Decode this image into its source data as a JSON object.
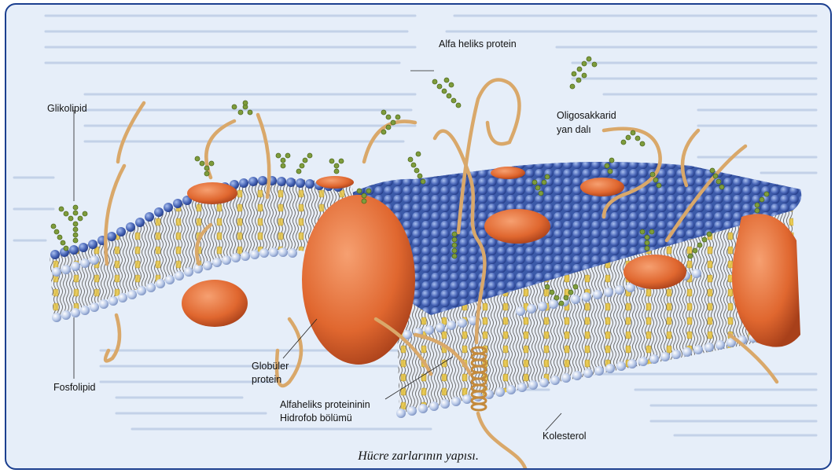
{
  "labels": {
    "alfa_heliks_protein": "Alfa heliks protein",
    "glikolipid": "Glikolipid",
    "oligosakkarid_line1": "Oligosakkarid",
    "oligosakkarid_line2": "yan dalı",
    "fosfolipid": "Fosfolipid",
    "globuler_line1": "Globüler",
    "globuler_line2": "protein",
    "alfaheliks_line1": "Alfaheliks proteininin",
    "alfaheliks_line2": "Hidrofob bölümü",
    "kolesterol": "Kolesterol"
  },
  "caption": "Hücre zarlarının yapısı.",
  "colors": {
    "frame_border": "#1b3f8f",
    "background": "#e6eef9",
    "phospholipid_head_top": "#4a67b8",
    "phospholipid_head_bottom": "#b9c9e8",
    "protein": "#e0672f",
    "helix_protein": "#d9a86a",
    "carbohydrate": "#7e9c3c",
    "cholesterol": "#e8c43a"
  }
}
